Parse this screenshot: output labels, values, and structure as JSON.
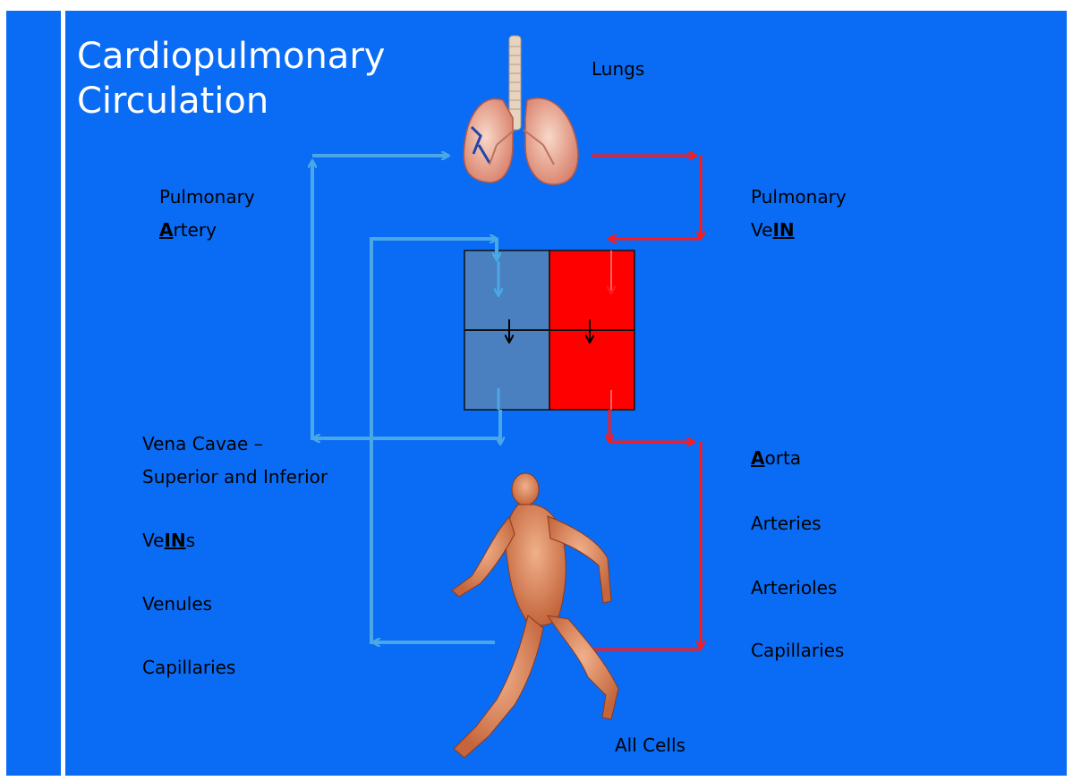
{
  "title": "Cardiopulmonary Circulation",
  "title_lines": [
    "Cardiopulmonary",
    "Circulation"
  ],
  "labels": {
    "lungs": "Lungs",
    "pulmonary_artery": [
      "Pulmonary",
      "Artery"
    ],
    "pulmonary_vein": [
      "Pulmonary",
      "VeIN"
    ],
    "vena_cavae": [
      "Vena Cavae –",
      "Superior and Inferior"
    ],
    "veins": "VeINs",
    "venules": "Venules",
    "capillaries_left": "Capillaries",
    "aorta": "Aorta",
    "arteries": "Arteries",
    "arterioles": "Arterioles",
    "capillaries_right": "Capillaries",
    "all_cells": "All Cells"
  },
  "colors": {
    "background": "#0a6cf5",
    "deoxygenated": "#4aa8e6",
    "oxygenated": "#ff1a1a",
    "right_heart": "#4a80c0",
    "left_heart": "#ff0000",
    "divider": "#ffffff"
  },
  "icons": [
    "lungs-trachea-illustration",
    "running-anatomical-figure",
    "heart-chamber-box"
  ]
}
